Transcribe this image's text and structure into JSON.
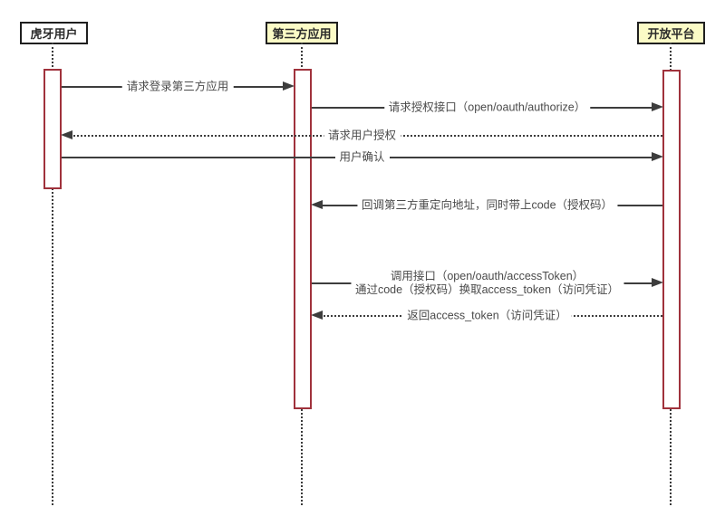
{
  "diagram": {
    "type": "sequence",
    "actors": [
      {
        "label": "虎牙用户",
        "fill": "#ffffff"
      },
      {
        "label": "第三方应用",
        "fill": "#fbfbc6"
      },
      {
        "label": "开放平台",
        "fill": "#fbfbc6"
      }
    ],
    "messages": [
      {
        "from": "虎牙用户",
        "to": "第三方应用",
        "style": "solid",
        "direction": "right",
        "label": "请求登录第三方应用"
      },
      {
        "from": "第三方应用",
        "to": "开放平台",
        "style": "solid",
        "direction": "right",
        "label": "请求授权接口（open/oauth/authorize）"
      },
      {
        "from": "开放平台",
        "to": "虎牙用户",
        "style": "dotted",
        "direction": "left",
        "label": "请求用户授权"
      },
      {
        "from": "虎牙用户",
        "to": "开放平台",
        "style": "solid",
        "direction": "right",
        "label": "用户确认"
      },
      {
        "from": "开放平台",
        "to": "第三方应用",
        "style": "solid",
        "direction": "left",
        "label": "回调第三方重定向地址，同时带上code（授权码）"
      },
      {
        "from": "第三方应用",
        "to": "开放平台",
        "style": "solid",
        "direction": "right",
        "label": "调用接口（open/oauth/accessToken）",
        "label2": "通过code（授权码）换取access_token（访问凭证）"
      },
      {
        "from": "开放平台",
        "to": "第三方应用",
        "style": "dotted",
        "direction": "left",
        "label": "返回access_token（访问凭证）"
      }
    ],
    "colors": {
      "actor_border": "#1f1f1f",
      "actor_fill_yellow": "#fbfbc6",
      "actor_fill_white": "#ffffff",
      "activation_border": "#a0323c",
      "line": "#3d3d3d",
      "text": "#4a4a4a"
    }
  }
}
